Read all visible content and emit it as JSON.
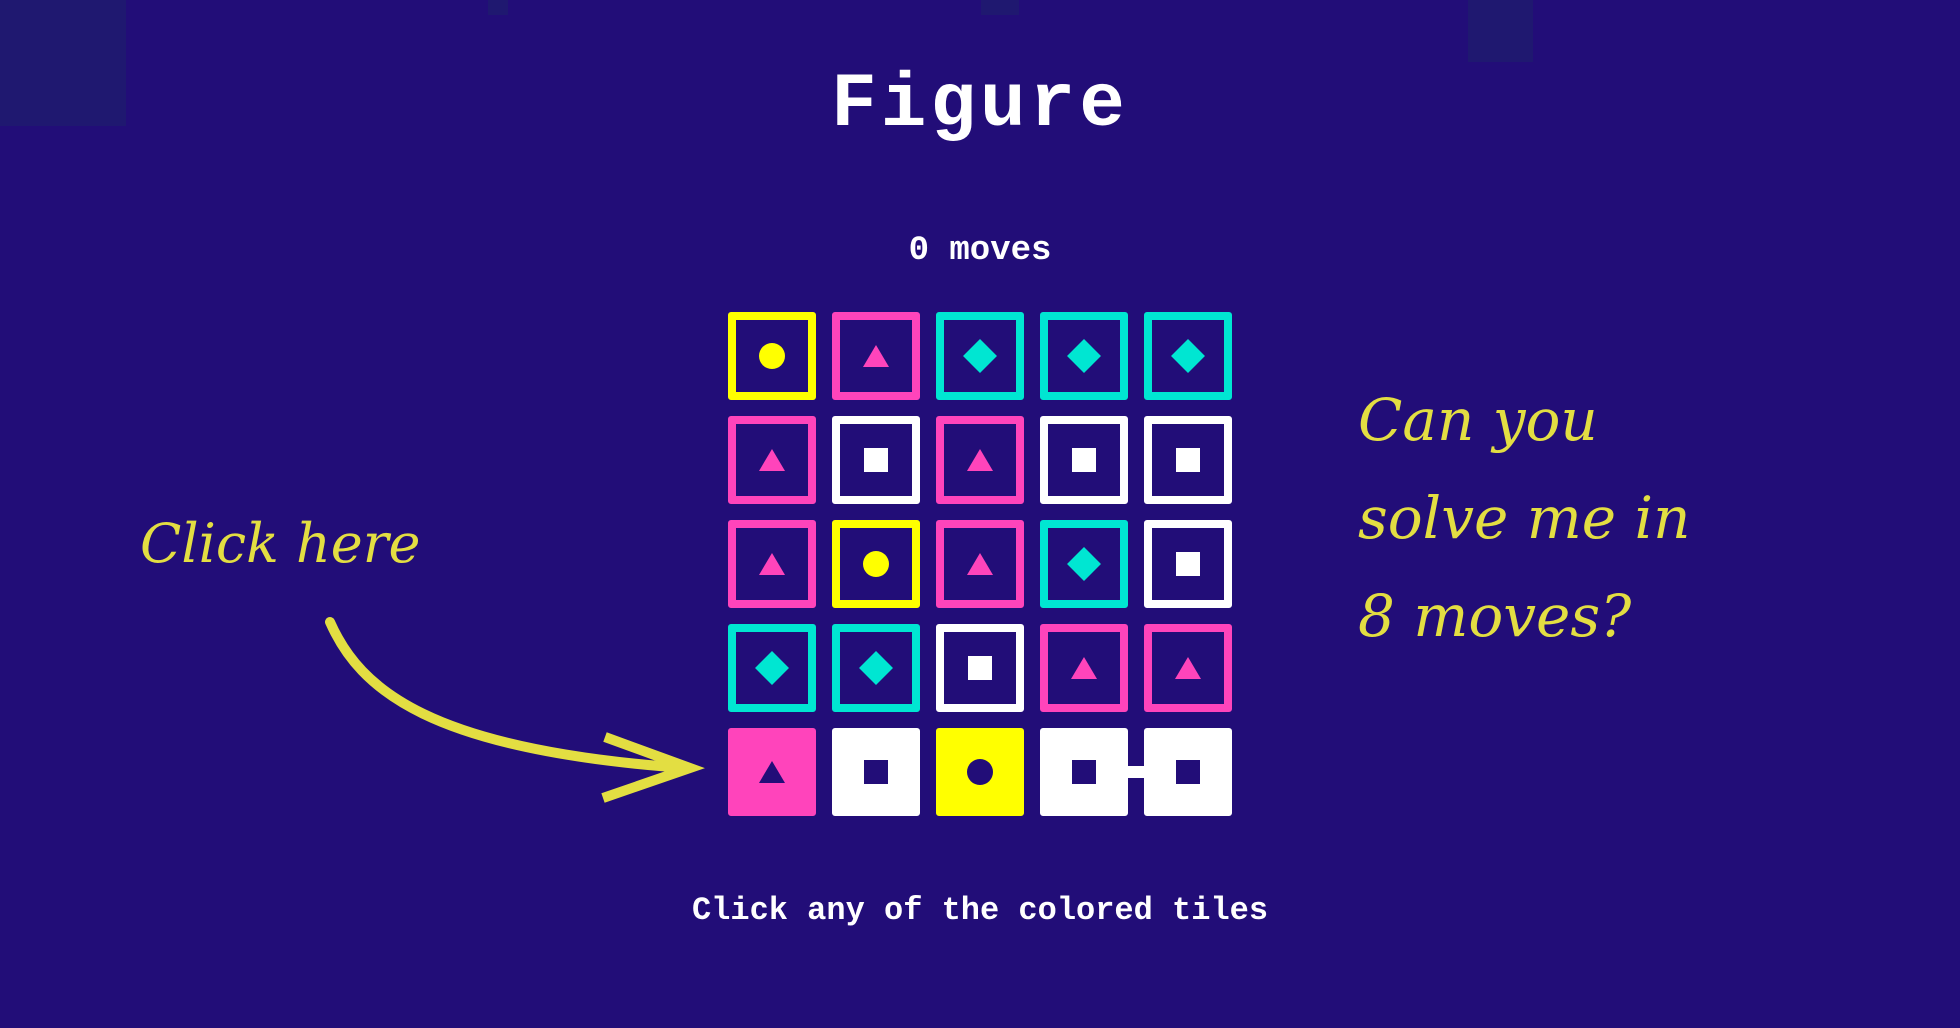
{
  "title": "Figure",
  "moves_label": "0 moves",
  "footer_text": "Click any of the colored tiles",
  "annotations": {
    "click_here": "Click here",
    "prompt_lines": [
      "Can you",
      "solve me in",
      "8 moves?"
    ]
  },
  "colors": {
    "background": "#220d78",
    "yellow": "#ffff00",
    "pink": "#ff44bb",
    "cyan": "#00e6d2",
    "white": "#ffffff",
    "annotation": "#e3de42"
  },
  "grid": {
    "rows": 5,
    "cols": 5,
    "tiles": [
      [
        {
          "color": "yellow",
          "shape": "circle",
          "filled": false
        },
        {
          "color": "pink",
          "shape": "triangle",
          "filled": false
        },
        {
          "color": "cyan",
          "shape": "diamond",
          "filled": false
        },
        {
          "color": "cyan",
          "shape": "diamond",
          "filled": false
        },
        {
          "color": "cyan",
          "shape": "diamond",
          "filled": false
        }
      ],
      [
        {
          "color": "pink",
          "shape": "triangle",
          "filled": false
        },
        {
          "color": "white",
          "shape": "square",
          "filled": false
        },
        {
          "color": "pink",
          "shape": "triangle",
          "filled": false
        },
        {
          "color": "white",
          "shape": "square",
          "filled": false
        },
        {
          "color": "white",
          "shape": "square",
          "filled": false
        }
      ],
      [
        {
          "color": "pink",
          "shape": "triangle",
          "filled": false
        },
        {
          "color": "yellow",
          "shape": "circle",
          "filled": false
        },
        {
          "color": "pink",
          "shape": "triangle",
          "filled": false
        },
        {
          "color": "cyan",
          "shape": "diamond",
          "filled": false
        },
        {
          "color": "white",
          "shape": "square",
          "filled": false
        }
      ],
      [
        {
          "color": "cyan",
          "shape": "diamond",
          "filled": false
        },
        {
          "color": "cyan",
          "shape": "diamond",
          "filled": false
        },
        {
          "color": "white",
          "shape": "square",
          "filled": false
        },
        {
          "color": "pink",
          "shape": "triangle",
          "filled": false
        },
        {
          "color": "pink",
          "shape": "triangle",
          "filled": false
        }
      ],
      [
        {
          "color": "pink",
          "shape": "triangle",
          "filled": true
        },
        {
          "color": "white",
          "shape": "square",
          "filled": true
        },
        {
          "color": "yellow",
          "shape": "circle",
          "filled": true
        },
        {
          "color": "white",
          "shape": "square",
          "filled": true
        },
        {
          "color": "white",
          "shape": "square",
          "filled": true
        }
      ]
    ],
    "connectors": [
      {
        "row": 4,
        "from_col": 3,
        "to_col": 4
      }
    ]
  }
}
